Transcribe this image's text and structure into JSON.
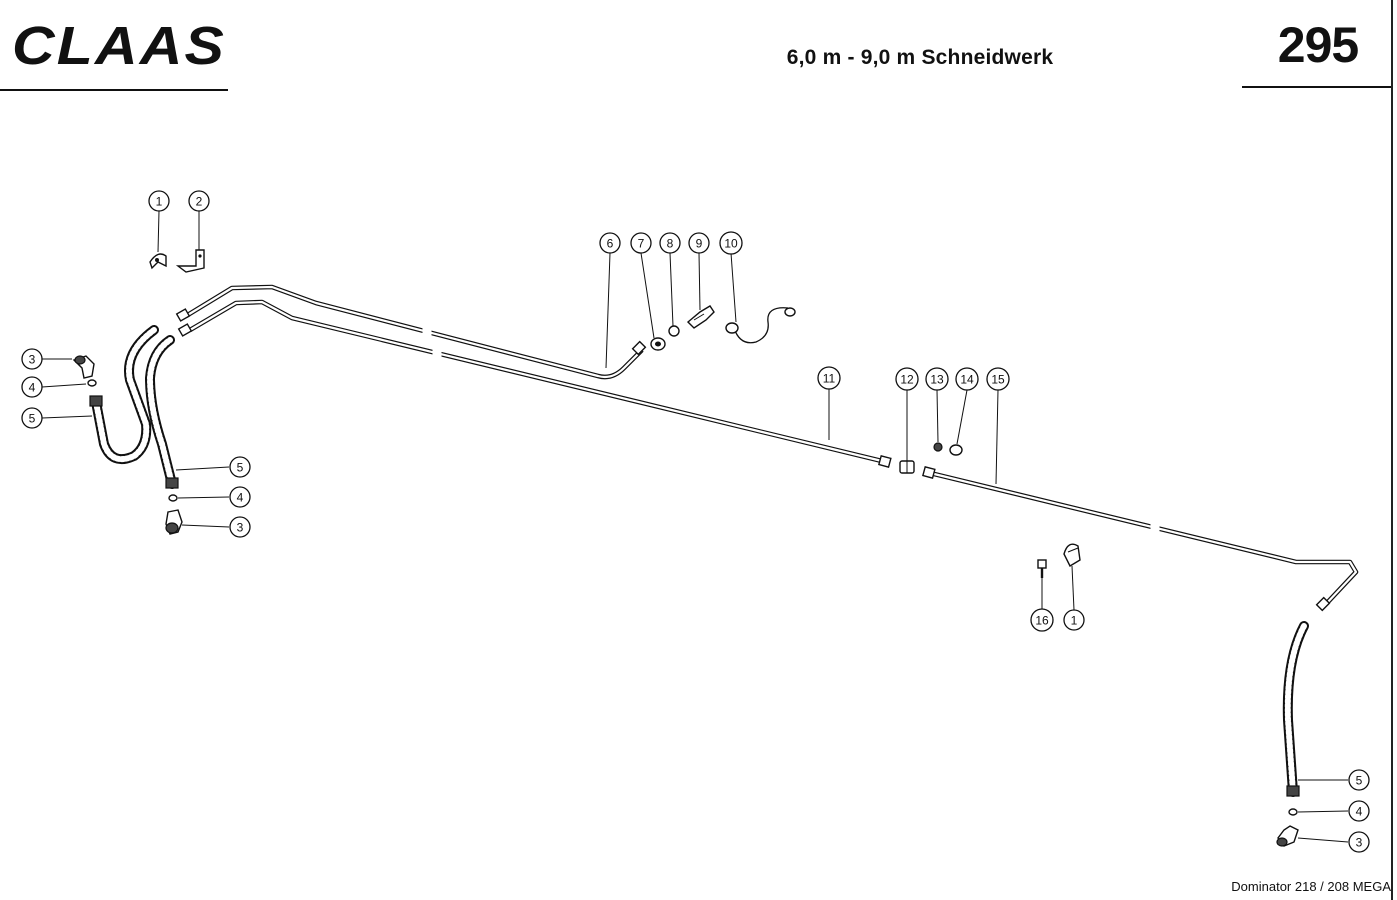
{
  "header": {
    "brand": "CLAAS",
    "title": "6,0 m - 9,0 m Schneidwerk",
    "page_number": "295"
  },
  "footer": {
    "model": "Dominator 218 / 208 MEGA"
  },
  "callouts": {
    "c1a": "1",
    "c2": "2",
    "c6": "6",
    "c7": "7",
    "c8": "8",
    "c9": "9",
    "c10": "10",
    "c3l": "3",
    "c4l": "4",
    "c5l": "5",
    "c5m": "5",
    "c4m": "4",
    "c3m": "3",
    "c11": "11",
    "c12": "12",
    "c13": "13",
    "c14": "14",
    "c15": "15",
    "c16": "16",
    "c1b": "1",
    "c5r": "5",
    "c4r": "4",
    "c3r": "3"
  },
  "colors": {
    "ink": "#111111",
    "paper": "#ffffff"
  }
}
